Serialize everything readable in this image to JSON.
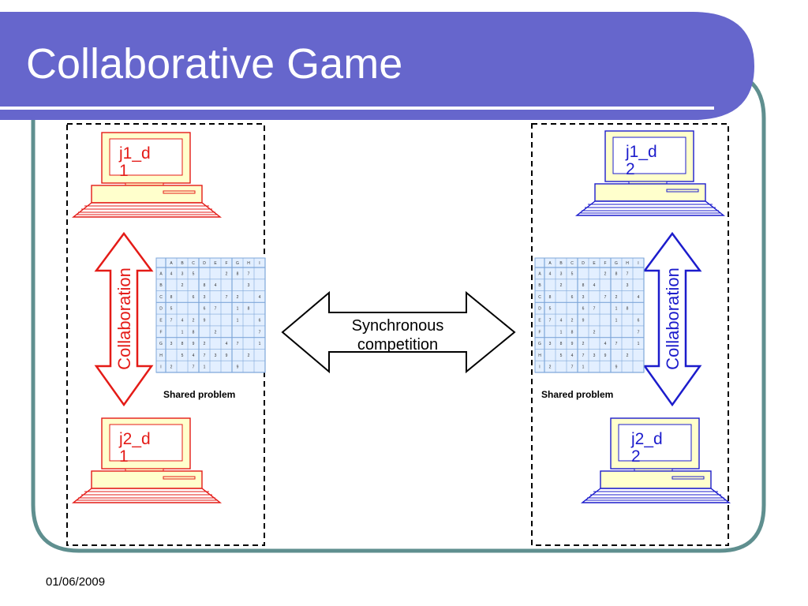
{
  "slide": {
    "title": "Collaborative Game",
    "date": "01/06/2009"
  },
  "colors": {
    "title_bar": "#6666cc",
    "frame": "#5f8f8f",
    "team1": "#e41b17",
    "team2": "#1c1ccc",
    "monitor_fill": "#ffffcc",
    "grid_fill": "#e3efff",
    "grid_line": "#7fa7d9"
  },
  "team1": {
    "player1": {
      "label_line1": "j1_d",
      "label_line2": "1"
    },
    "player2": {
      "label_line1": "j2_d",
      "label_line2": "1"
    },
    "collaboration": "Collaboration",
    "shared": "Shared problem"
  },
  "team2": {
    "player1": {
      "label_line1": "j1_d",
      "label_line2": "2"
    },
    "player2": {
      "label_line1": "j2_d",
      "label_line2": "2"
    },
    "collaboration": "Collaboration",
    "shared": "Shared problem"
  },
  "center": {
    "line1": "Synchronous",
    "line2": "competition"
  },
  "sudoku": {
    "columns": [
      "A",
      "B",
      "C",
      "D",
      "E",
      "F",
      "G",
      "H",
      "I"
    ],
    "rows": [
      "A",
      "B",
      "C",
      "D",
      "E",
      "F",
      "G",
      "H",
      "I"
    ],
    "cells": [
      [
        "4",
        "3",
        "5",
        "",
        "",
        "2",
        "8",
        "7",
        ""
      ],
      [
        "",
        "2",
        "",
        "8",
        "4",
        "",
        "",
        "3",
        ""
      ],
      [
        "8",
        "",
        "6",
        "3",
        "",
        "7",
        "2",
        "",
        "4"
      ],
      [
        "5",
        "",
        "",
        "6",
        "7",
        "",
        "1",
        "8",
        ""
      ],
      [
        "7",
        "4",
        "2",
        "9",
        "",
        "",
        "1",
        "",
        "6"
      ],
      [
        "",
        "1",
        "8",
        "",
        "2",
        "",
        "",
        "",
        "7"
      ],
      [
        "3",
        "8",
        "9",
        "2",
        "",
        "4",
        "7",
        "",
        "1"
      ],
      [
        "",
        "5",
        "4",
        "7",
        "3",
        "9",
        "",
        "2",
        ""
      ],
      [
        "2",
        "",
        "7",
        "1",
        "",
        "",
        "9",
        "",
        ""
      ]
    ]
  }
}
